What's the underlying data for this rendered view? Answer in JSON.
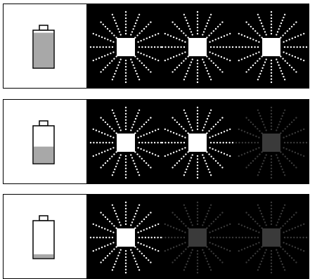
{
  "diagram": {
    "rows": [
      {
        "battery_level": 0.95,
        "lights": [
          "on",
          "on",
          "on"
        ]
      },
      {
        "battery_level": 0.45,
        "lights": [
          "on",
          "on",
          "off"
        ]
      },
      {
        "battery_level": 0.1,
        "lights": [
          "on",
          "off",
          "off"
        ]
      }
    ],
    "colors": {
      "battery_fill": "#a8a8a8",
      "background": "#000000",
      "light_on": "#ffffff",
      "light_off": "#3a3a3a",
      "ray_on": "#ffffff",
      "ray_off": "#3a3a3a"
    }
  }
}
